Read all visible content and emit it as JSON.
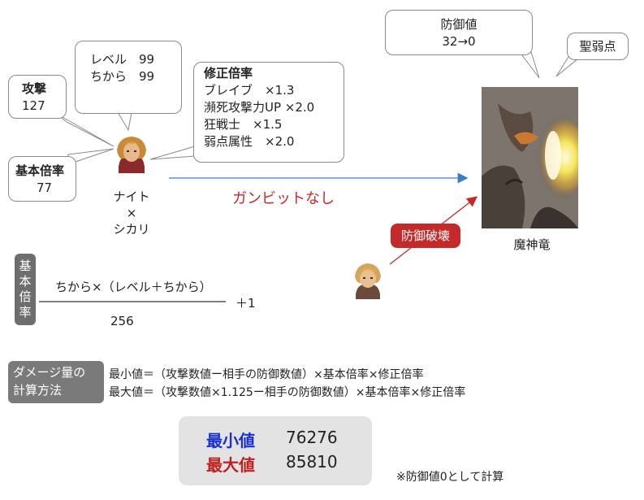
{
  "bubbles": {
    "attack": {
      "title": "攻撃",
      "value": "127"
    },
    "stats": {
      "lines": [
        "レベル　99",
        "ちから　99"
      ]
    },
    "base": {
      "title": "基本倍率",
      "value": "77"
    },
    "modifier": {
      "title": "修正倍率",
      "lines": [
        "ブレイブ　×1.3",
        "瀕死攻撃力UP ×2.0",
        "狂戦士　×1.5",
        "弱点属性　×2.0"
      ]
    },
    "defense": {
      "lines": [
        "防御値",
        "32→0"
      ]
    },
    "weakness": {
      "text": "聖弱点"
    }
  },
  "character": {
    "lines": [
      "ナイト",
      "×",
      "シカリ"
    ]
  },
  "arrow_label": "ガンビットなし",
  "defense_break": "防御破壊",
  "enemy_name": "魔神竜",
  "formula": {
    "side_label": [
      "基",
      "本",
      "倍",
      "率"
    ],
    "numerator": "ちから×（レベル＋ちから）",
    "denominator": "256",
    "plus": "＋1"
  },
  "damage_calc": {
    "label_lines": [
      "ダメージ量の",
      "計算方法"
    ],
    "min_line": "最小値＝（攻撃数値ー相手の防御数値）×基本倍率×修正倍率",
    "max_line": "最大値＝（攻撃数値×1.125ー相手の防御数値）×基本倍率×修正倍率"
  },
  "results": {
    "min_label": "最小値",
    "min_value": "76276",
    "max_label": "最大値",
    "max_value": "85810"
  },
  "note": "※防御値0として計算",
  "colors": {
    "arrow_blue": "#3a7fc0",
    "arrow_red": "#c52a2a",
    "min_blue": "#1a2fd0",
    "max_red": "#c02020",
    "label_grey": "#6e6e6e"
  }
}
